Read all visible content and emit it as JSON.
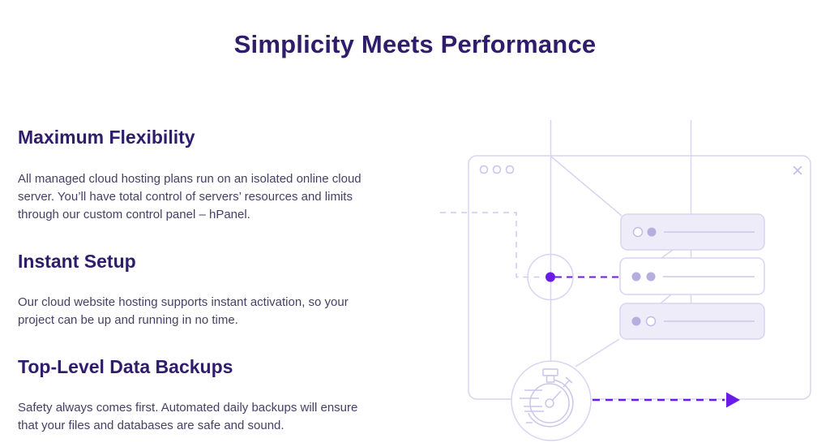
{
  "page": {
    "title": "Simplicity Meets Performance"
  },
  "features": [
    {
      "heading": "Maximum Flexibility",
      "body": "All managed cloud hosting plans run on an isolated online cloud server. You’ll have total control of servers’ resources and limits through our custom control panel – hPanel."
    },
    {
      "heading": "Instant Setup",
      "body": "Our cloud website hosting supports instant activation, so your project can be up and running in no time."
    },
    {
      "heading": "Top-Level Data Backups",
      "body": "Safety always comes first. Automated daily backups will ensure that your files and databases are safe and sound."
    }
  ],
  "illustration": {
    "description": "browser window with three server racks, connector node, stopwatch and speed arrow",
    "icons": [
      "window-controls-icon",
      "close-icon",
      "server-rack",
      "connector-node",
      "stopwatch-icon",
      "speed-arrow-icon"
    ],
    "colors": {
      "accent_purple": "#6B1BE8",
      "line_light": "#D9D4F2",
      "rack_fill": "#EFECFA",
      "dot_lavender": "#B5AEDE",
      "heading_text": "#2F1C6A",
      "body_text": "#474066"
    }
  }
}
